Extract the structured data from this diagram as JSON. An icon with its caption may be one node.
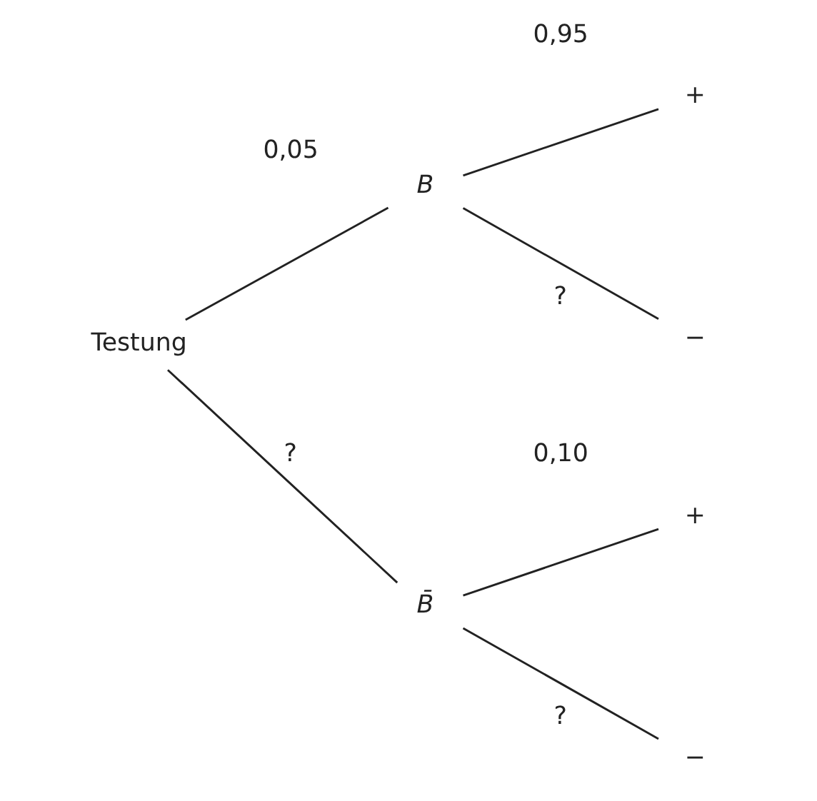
{
  "diagram": {
    "nodes": [
      {
        "text": [
          "Testung"
        ]
      },
      {
        "text": [
          "B"
        ]
      },
      {
        "text": [
          "B̄"
        ]
      },
      {
        "text": [
          "+"
        ]
      },
      {
        "text": [
          "−"
        ]
      },
      {
        "text": [
          "+"
        ]
      },
      {
        "text": [
          "−"
        ]
      }
    ],
    "edges": [
      {
        "from": 0,
        "to": 1,
        "arrow": "none",
        "label": "0,05"
      },
      {
        "from": 0,
        "to": 2,
        "arrow": "none",
        "label": "?"
      },
      {
        "from": 1,
        "to": 3,
        "arrow": "none",
        "label": "0,95"
      },
      {
        "from": 1,
        "to": 4,
        "arrow": "none",
        "label": "?"
      },
      {
        "from": 2,
        "to": 5,
        "arrow": "none",
        "label": "0,10"
      },
      {
        "from": 2,
        "to": 6,
        "arrow": "none",
        "label": "?"
      }
    ]
  }
}
